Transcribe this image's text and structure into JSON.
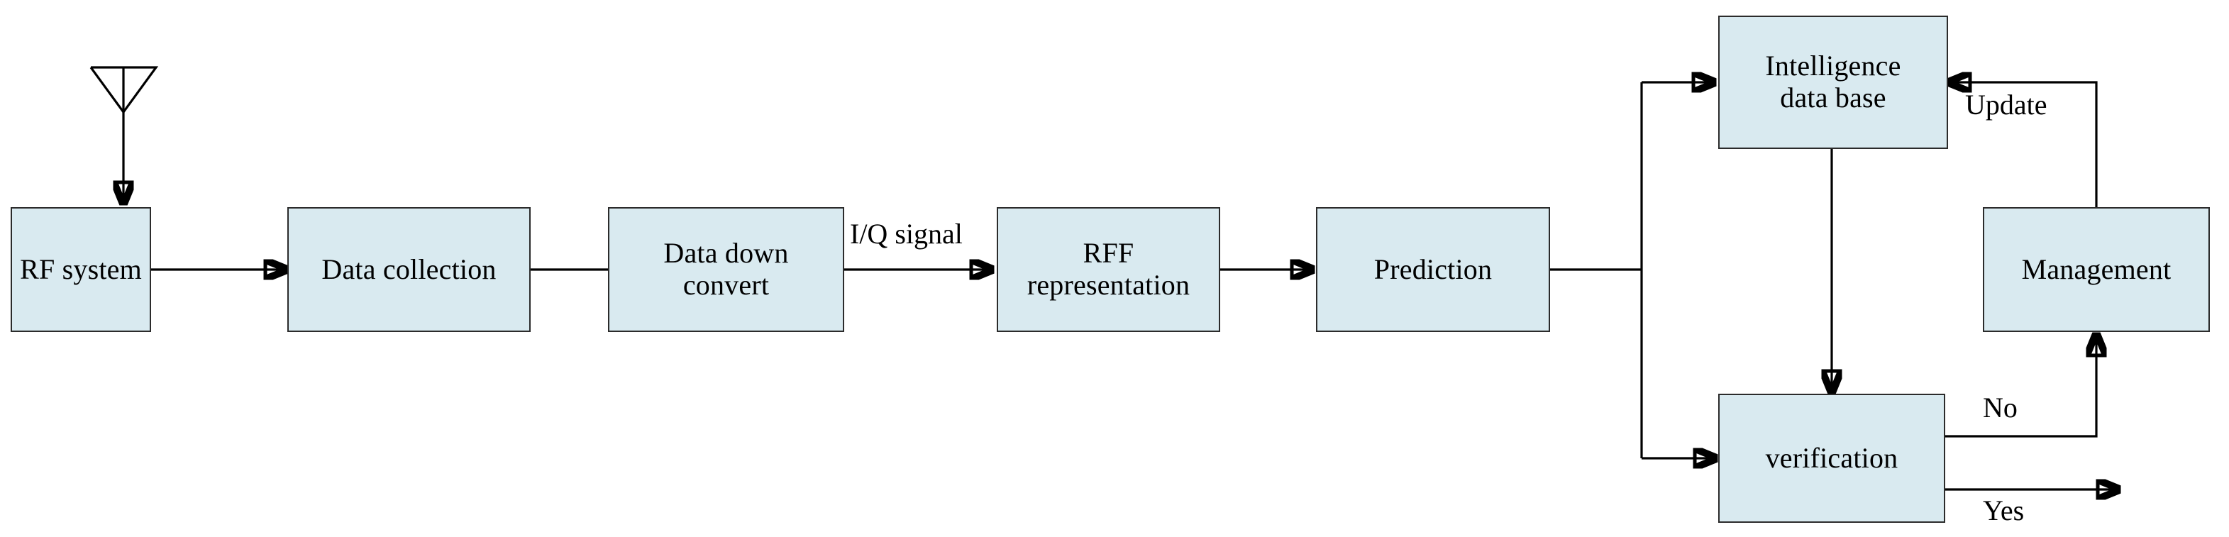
{
  "diagram": {
    "title": "RF fingerprint identification system flowchart",
    "background_color": "#ffffff",
    "node_fill_color": "#d9eaf0",
    "node_border_color": "#2b2b2b",
    "line_color": "#000000",
    "nodes": [
      {
        "id": "rf_system",
        "label": "RF system"
      },
      {
        "id": "data_collection",
        "label": "Data collection"
      },
      {
        "id": "data_down_convert",
        "label": "Data  down\nconvert",
        "line1": "Data  down",
        "line2": "convert"
      },
      {
        "id": "rff_representation",
        "label": "RFF\nrepresentation",
        "line1": "RFF",
        "line2": "representation"
      },
      {
        "id": "prediction",
        "label": "Prediction"
      },
      {
        "id": "intelligence_data_base",
        "label": "Intelligence\ndata base",
        "line1": "Intelligence",
        "line2": "data base"
      },
      {
        "id": "management",
        "label": "Management"
      },
      {
        "id": "verification",
        "label": "verification"
      }
    ],
    "edge_labels": [
      {
        "id": "iq_signal",
        "text": "I/Q signal"
      },
      {
        "id": "update",
        "text": "Update"
      },
      {
        "id": "no",
        "text": "No"
      },
      {
        "id": "yes",
        "text": "Yes"
      }
    ],
    "antenna": {
      "name": "receiving antenna"
    }
  }
}
